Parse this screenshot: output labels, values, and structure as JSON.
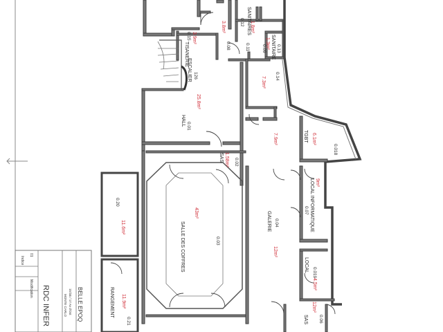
{
  "rooms": {
    "sanitaires": "SANITAIRES",
    "sanitaire": "SANITAIRE",
    "tisanerie": "TISANERIE",
    "escalier": "ESCALIER",
    "hall": "HALL",
    "sas_1": "SAS",
    "galerie": "GALERIE",
    "salle_des_coffres": "SALLE DES COFFRES",
    "local_informatique": "LOCAL INFORMATIQUE",
    "tgbt": "TGBT",
    "local": "LOCAL",
    "rangement": "RANGEMENT",
    "sas_2": "SAS"
  },
  "areas": {
    "sanitaires": "1.8m²",
    "sanitaire": "1.3m²",
    "corridor": "3.8m²",
    "tisanerie": "3.9m²",
    "hall": "25.8m²",
    "upper_right": "7.3m²",
    "galerie_top": "7.9m²",
    "tgbt": "6.1m²",
    "sas": "1.58m²",
    "local_info": "9m²",
    "coffres": "43m²",
    "rangement_top": "11.6m²",
    "galerie_bottom": "12m²",
    "local": "4.5m²",
    "rangement": "11.9m²",
    "sas_bottom": "12m²"
  },
  "codes": {
    "c012": "0.12",
    "c013": "0.13",
    "c011": "0.11",
    "c009": "0.09",
    "c015": "0.15",
    "c008": "0.08",
    "c126": "126",
    "c014": "0.14",
    "c001": "0.01",
    "c002": "0.02",
    "c018": "0.018",
    "c020": "0.20",
    "c007": "0.07",
    "c004": "0.04",
    "c003": "0.03",
    "c019": "0.019",
    "c021": "0.21",
    "c006": "0.06"
  },
  "title_block": {
    "company": "BELLE EPOQ",
    "address": "15 bis / 17 Av d'Ost",
    "city": "MONTE CARLO",
    "drawing": "RDC INFER",
    "modification": "Modification",
    "indice_label": "Indice",
    "indice": "01"
  }
}
